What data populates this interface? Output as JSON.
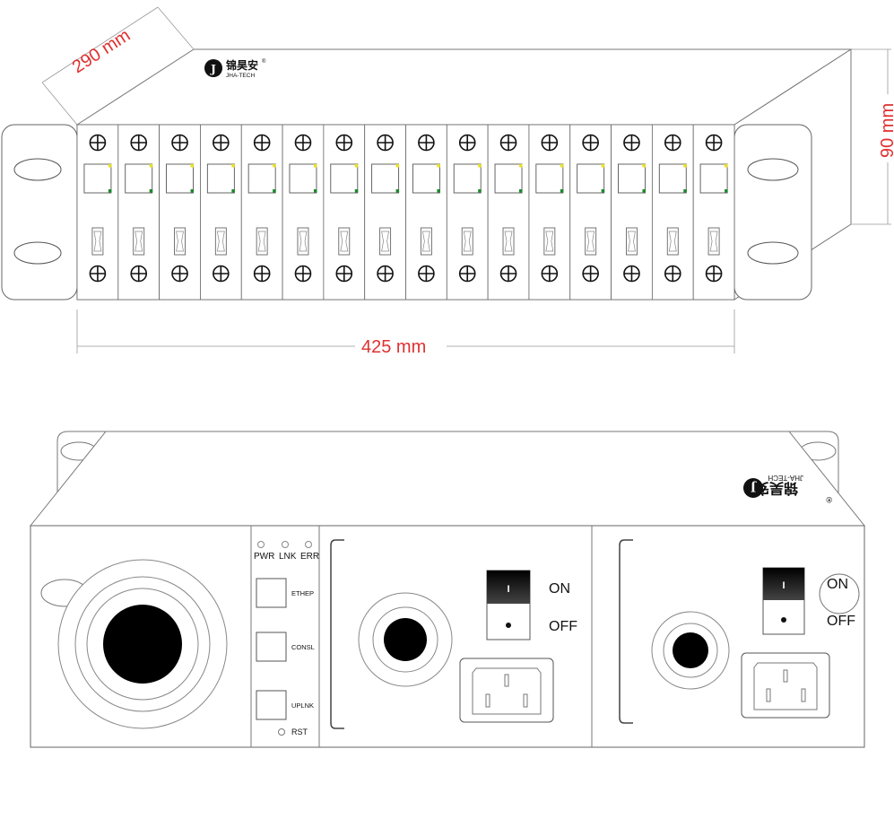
{
  "dimensions": {
    "depth": "290 mm",
    "height": "90 mm",
    "width": "425 mm"
  },
  "brand": {
    "name_cn": "锦昊安",
    "name_en": "JHA-TECH",
    "mark": "®"
  },
  "front_panel": {
    "slot_count": 16
  },
  "back_panel": {
    "indicators": [
      "PWR",
      "LNK",
      "ERR"
    ],
    "ports": [
      "ETHEP",
      "CONSL",
      "UPLNK"
    ],
    "reset_label": "RST",
    "switch_on": "ON",
    "switch_off": "OFF",
    "switch_mark": "I"
  },
  "icons": {
    "screw": "crosshair-screw-icon",
    "logo": "jha-tech-logo-icon"
  },
  "colors": {
    "outline": "#666666",
    "dimension": "#e03030",
    "led_yellow": "#e8e020",
    "led_green": "#1a8a2a",
    "switch_dark": "#222222"
  }
}
